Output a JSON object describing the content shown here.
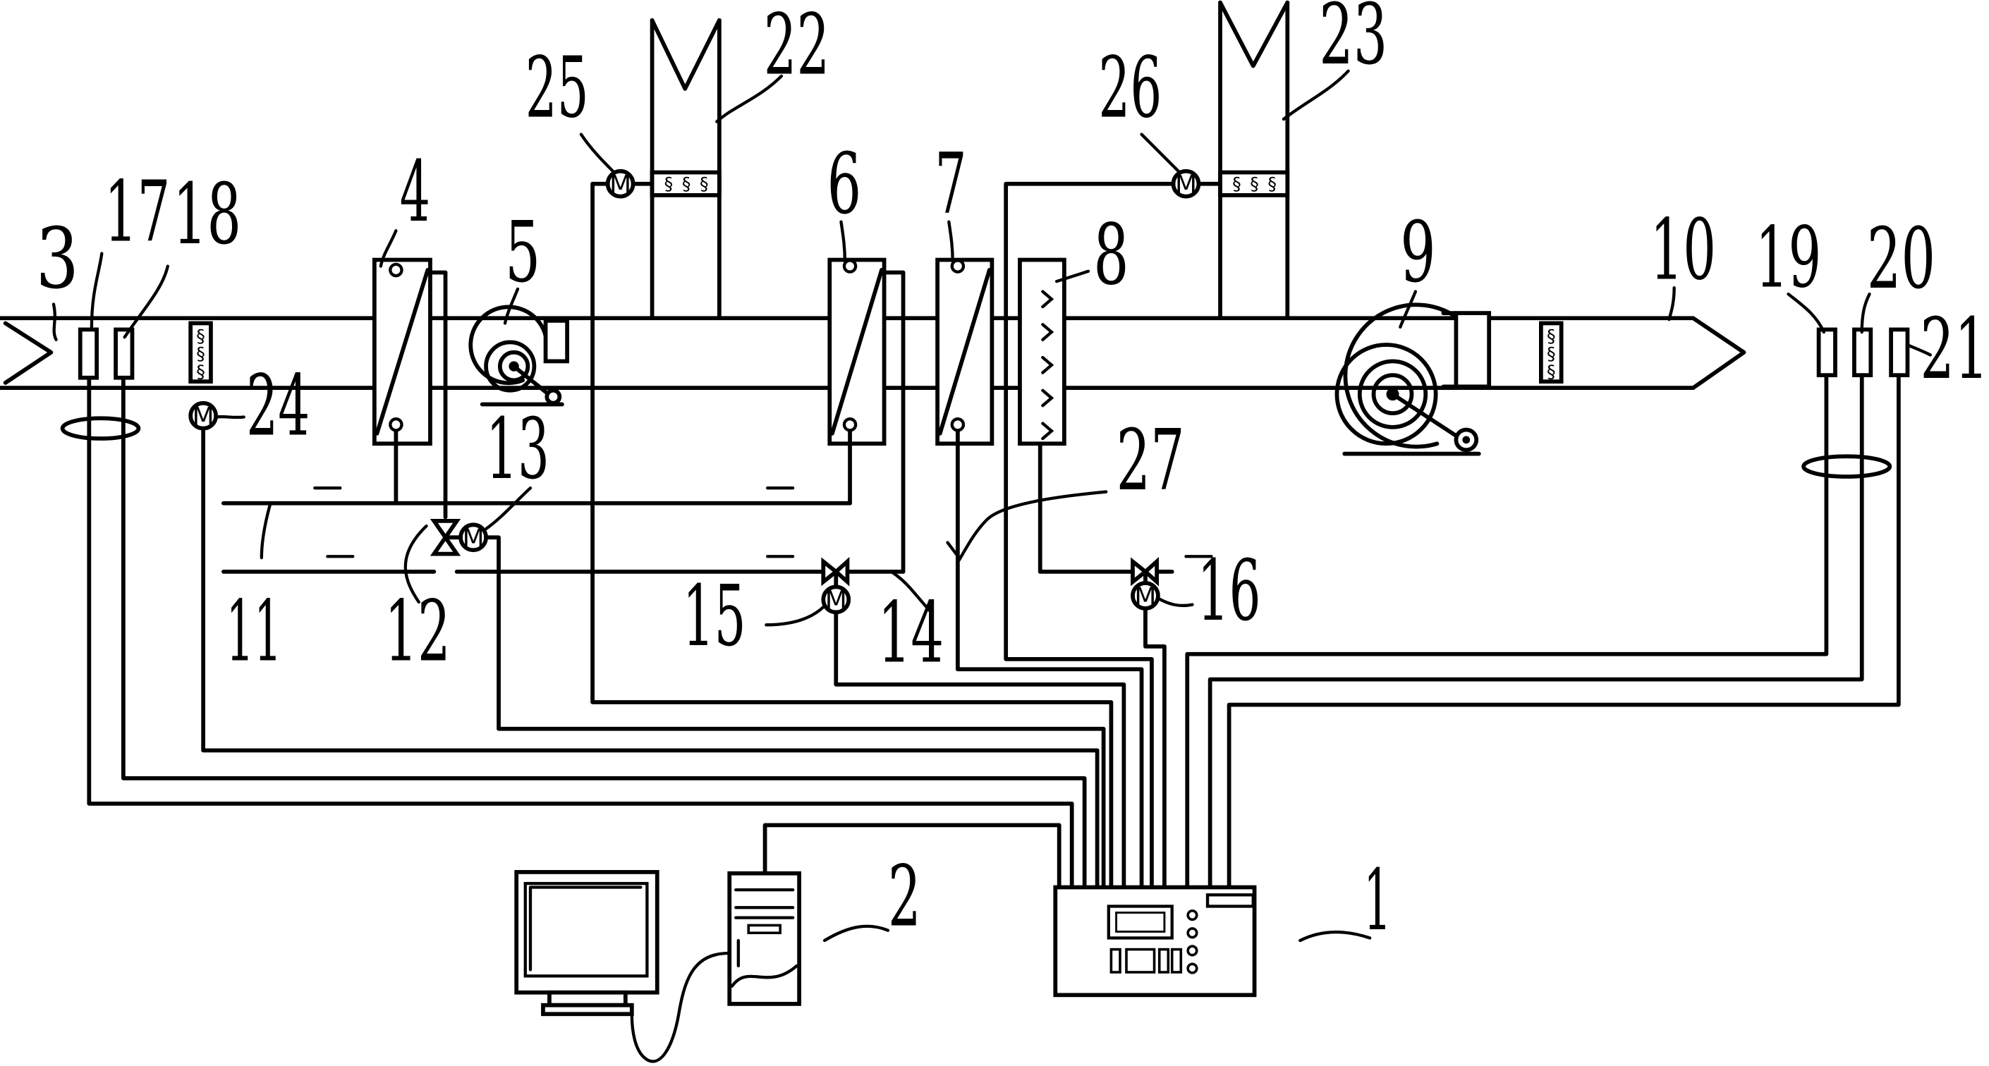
{
  "labels": {
    "controller": "1",
    "computer": "2",
    "fresh_air_inlet": "3",
    "coil_4": "4",
    "fan_5": "5",
    "coil_6": "6",
    "coil_7": "7",
    "humidifier_8": "8",
    "supply_fan_9": "9",
    "supply_outlet_10": "10",
    "pipe_11": "11",
    "valve_12": "12",
    "actuator_13": "13",
    "pipe_14": "14",
    "actuator_15": "15",
    "actuator_16": "16",
    "sensor_17": "17",
    "sensor_18": "18",
    "sensor_19": "19",
    "sensor_20": "20",
    "sensor_21": "21",
    "exhaust_22": "22",
    "exhaust_23": "23",
    "damper_actuator_24": "24",
    "damper_actuator_25": "25",
    "damper_actuator_26": "26",
    "line_27": "27"
  },
  "motor_symbol": "M",
  "ink_color": "#000000",
  "background_color": "#ffffff"
}
